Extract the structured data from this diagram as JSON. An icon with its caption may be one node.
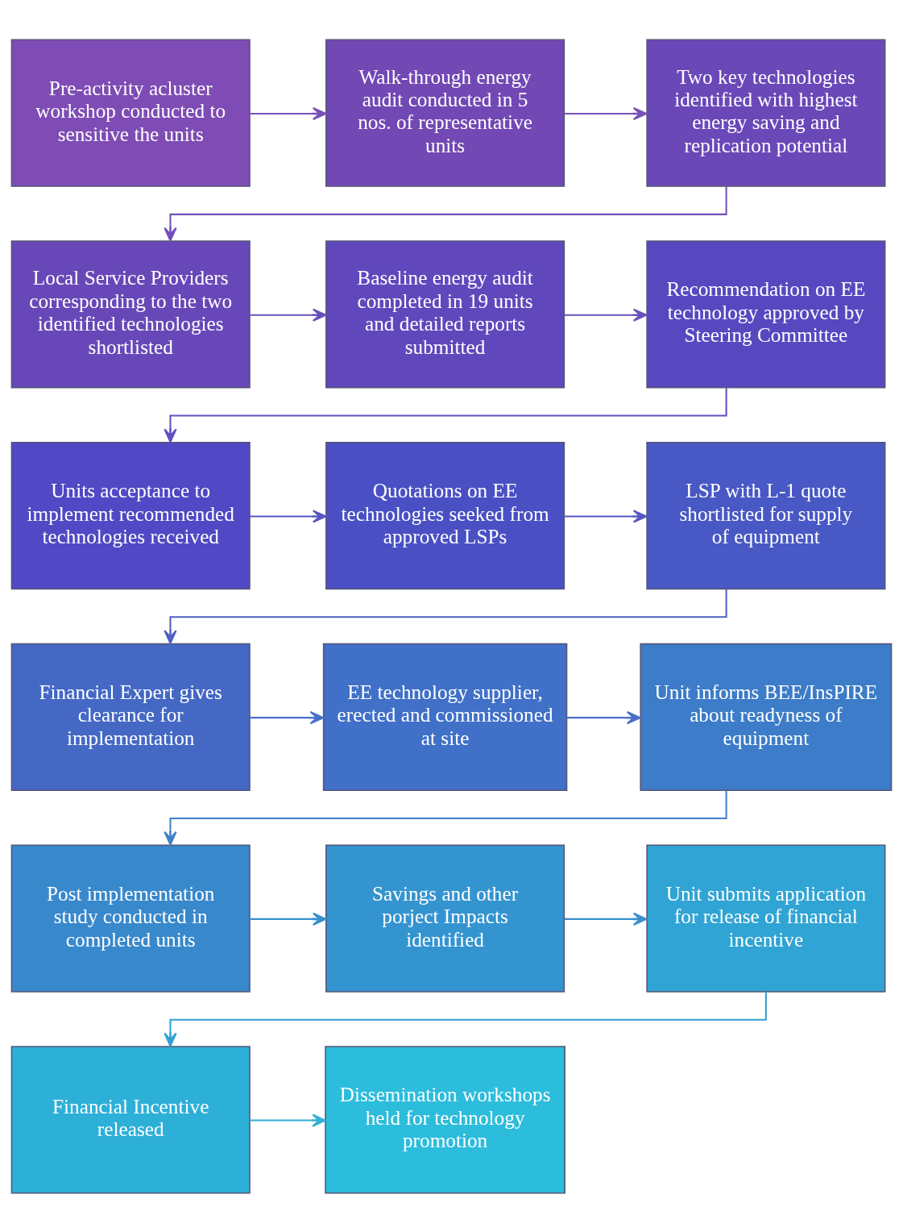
{
  "diagram": {
    "nodes": [
      {
        "text": [
          "Pre-activity acluster workshop conducted to sensitive the units"
        ]
      },
      {
        "text": [
          "Walk-through energy audit conducted in 5 nos. of representative units"
        ]
      },
      {
        "text": [
          "Two key technologies identified with highest energy saving and replication potential"
        ]
      },
      {
        "text": [
          "Local Service Providers corresponding to the two identified technologies shortlisted"
        ]
      },
      {
        "text": [
          "Baseline energy audit completed in 19 units and detailed reports submitted"
        ]
      },
      {
        "text": [
          "Recommendation on EE technology approved by Steering Committee"
        ]
      },
      {
        "text": [
          "Units acceptance to implement recommended technologies received"
        ]
      },
      {
        "text": [
          "Quotations on EE technologies seeked from approved LSPs"
        ]
      },
      {
        "text": [
          "LSP with L-1 quote shortlisted for supply of equipment"
        ]
      },
      {
        "text": [
          "Financial Expert gives clearance for implementation"
        ]
      },
      {
        "text": [
          "EE technology supplier, erected and commissioned at site"
        ]
      },
      {
        "text": [
          "Unit informs BEE/InsPIRE about readyness of equipment"
        ]
      },
      {
        "text": [
          "Post implementation study conducted in completed units"
        ]
      },
      {
        "text": [
          "Savings and other porject Impacts identified"
        ]
      },
      {
        "text": [
          "Unit submits application for release of financial incentive"
        ]
      },
      {
        "text": [
          "Financial Incentive released"
        ]
      },
      {
        "text": [
          "Dissemination workshops held for technology promotion"
        ]
      }
    ],
    "edges": [
      {
        "from": 0,
        "to": 1,
        "arrow": "to",
        "color": "#7a50b8"
      },
      {
        "from": 1,
        "to": 2,
        "arrow": "to",
        "color": "#7a50b8"
      },
      {
        "from": 2,
        "to": 3,
        "arrow": "to",
        "color": "#7350b8"
      },
      {
        "from": 3,
        "to": 4,
        "arrow": "to",
        "color": "#6a50bc"
      },
      {
        "from": 4,
        "to": 5,
        "arrow": "to",
        "color": "#6a50bc"
      },
      {
        "from": 5,
        "to": 6,
        "arrow": "to",
        "color": "#6050c0"
      },
      {
        "from": 6,
        "to": 7,
        "arrow": "to",
        "color": "#5858c4"
      },
      {
        "from": 7,
        "to": 8,
        "arrow": "to",
        "color": "#5858c4"
      },
      {
        "from": 8,
        "to": 9,
        "arrow": "to",
        "color": "#5060c4"
      },
      {
        "from": 9,
        "to": 10,
        "arrow": "to",
        "color": "#4a70c8"
      },
      {
        "from": 10,
        "to": 11,
        "arrow": "to",
        "color": "#4a70c8"
      },
      {
        "from": 11,
        "to": 12,
        "arrow": "to",
        "color": "#4080c8"
      },
      {
        "from": 12,
        "to": 13,
        "arrow": "to",
        "color": "#3890cc"
      },
      {
        "from": 13,
        "to": 14,
        "arrow": "to",
        "color": "#3890cc"
      },
      {
        "from": 14,
        "to": 15,
        "arrow": "to",
        "color": "#30a0d0"
      },
      {
        "from": 15,
        "to": 16,
        "arrow": "to",
        "color": "#30b0d4"
      }
    ]
  }
}
